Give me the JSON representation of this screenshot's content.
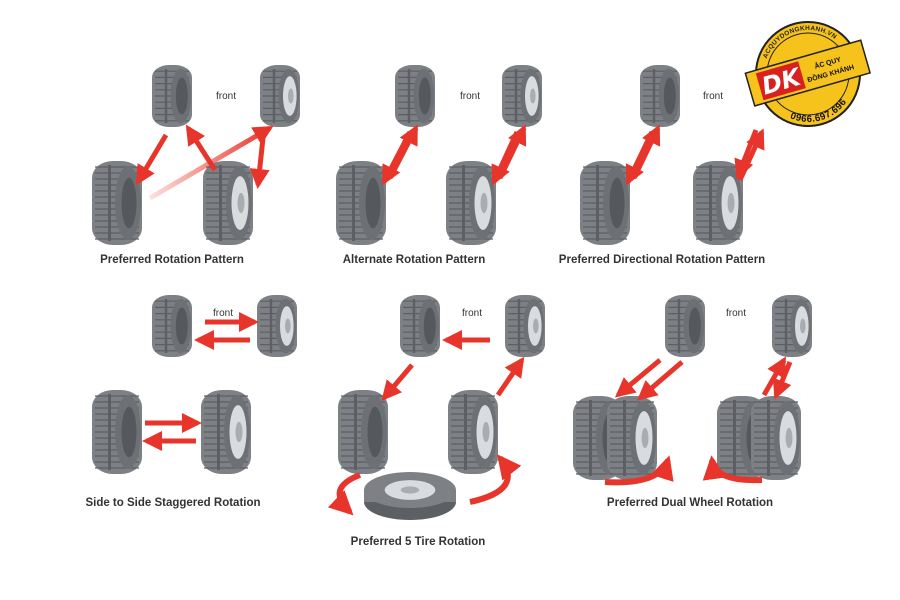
{
  "front_label": "front",
  "panels": [
    {
      "id": "preferred",
      "caption": "Preferred Rotation Pattern"
    },
    {
      "id": "alternate",
      "caption": "Alternate Rotation Pattern"
    },
    {
      "id": "directional",
      "caption": "Preferred Directional Rotation Pattern"
    },
    {
      "id": "side-to-side",
      "caption": "Side to Side Staggered Rotation"
    },
    {
      "id": "five-tire",
      "caption": "Preferred 5 Tire Rotation"
    },
    {
      "id": "dual-wheel",
      "caption": "Preferred Dual Wheel Rotation"
    }
  ],
  "logo": {
    "website": "ACQUYDONGKHANH.VN",
    "initials": "DK",
    "name_line1": "ẮC QUY",
    "name_line2": "ĐỒNG KHÁNH",
    "phone": "0966.697.696"
  },
  "colors": {
    "arrow": "#e8352b",
    "tire": "#7d8185",
    "tread": "#5c6064",
    "rim": "#d9dcdf",
    "logo_yellow": "#f6c21c",
    "logo_red": "#d8201e"
  }
}
